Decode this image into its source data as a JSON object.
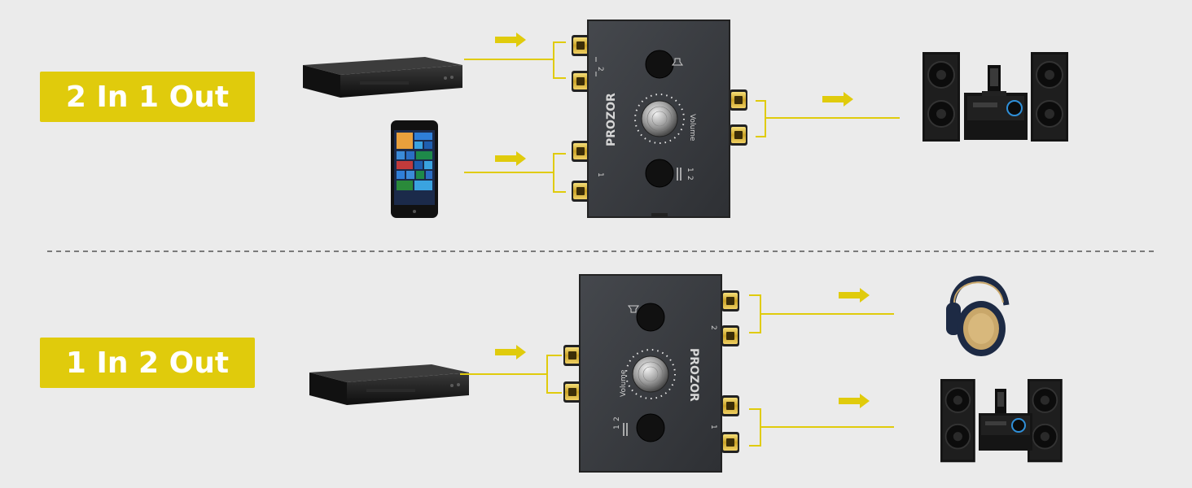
{
  "sections": [
    {
      "mode_label": "2 In 1 Out"
    },
    {
      "mode_label": "1 In 2 Out"
    }
  ],
  "device": {
    "brand": "PROZOR",
    "knob_label": "Volume",
    "port_label_top": "2",
    "port_label_bottom": "1",
    "switch_label_a": "1",
    "switch_label_b": "2"
  },
  "colors": {
    "accent": "#e0cb0c",
    "background": "#ebebeb",
    "device_body": "#3a3d42",
    "divider": "#555555"
  },
  "icons": [
    "arrow-right-icon",
    "speaker-icon",
    "switch-icon"
  ]
}
